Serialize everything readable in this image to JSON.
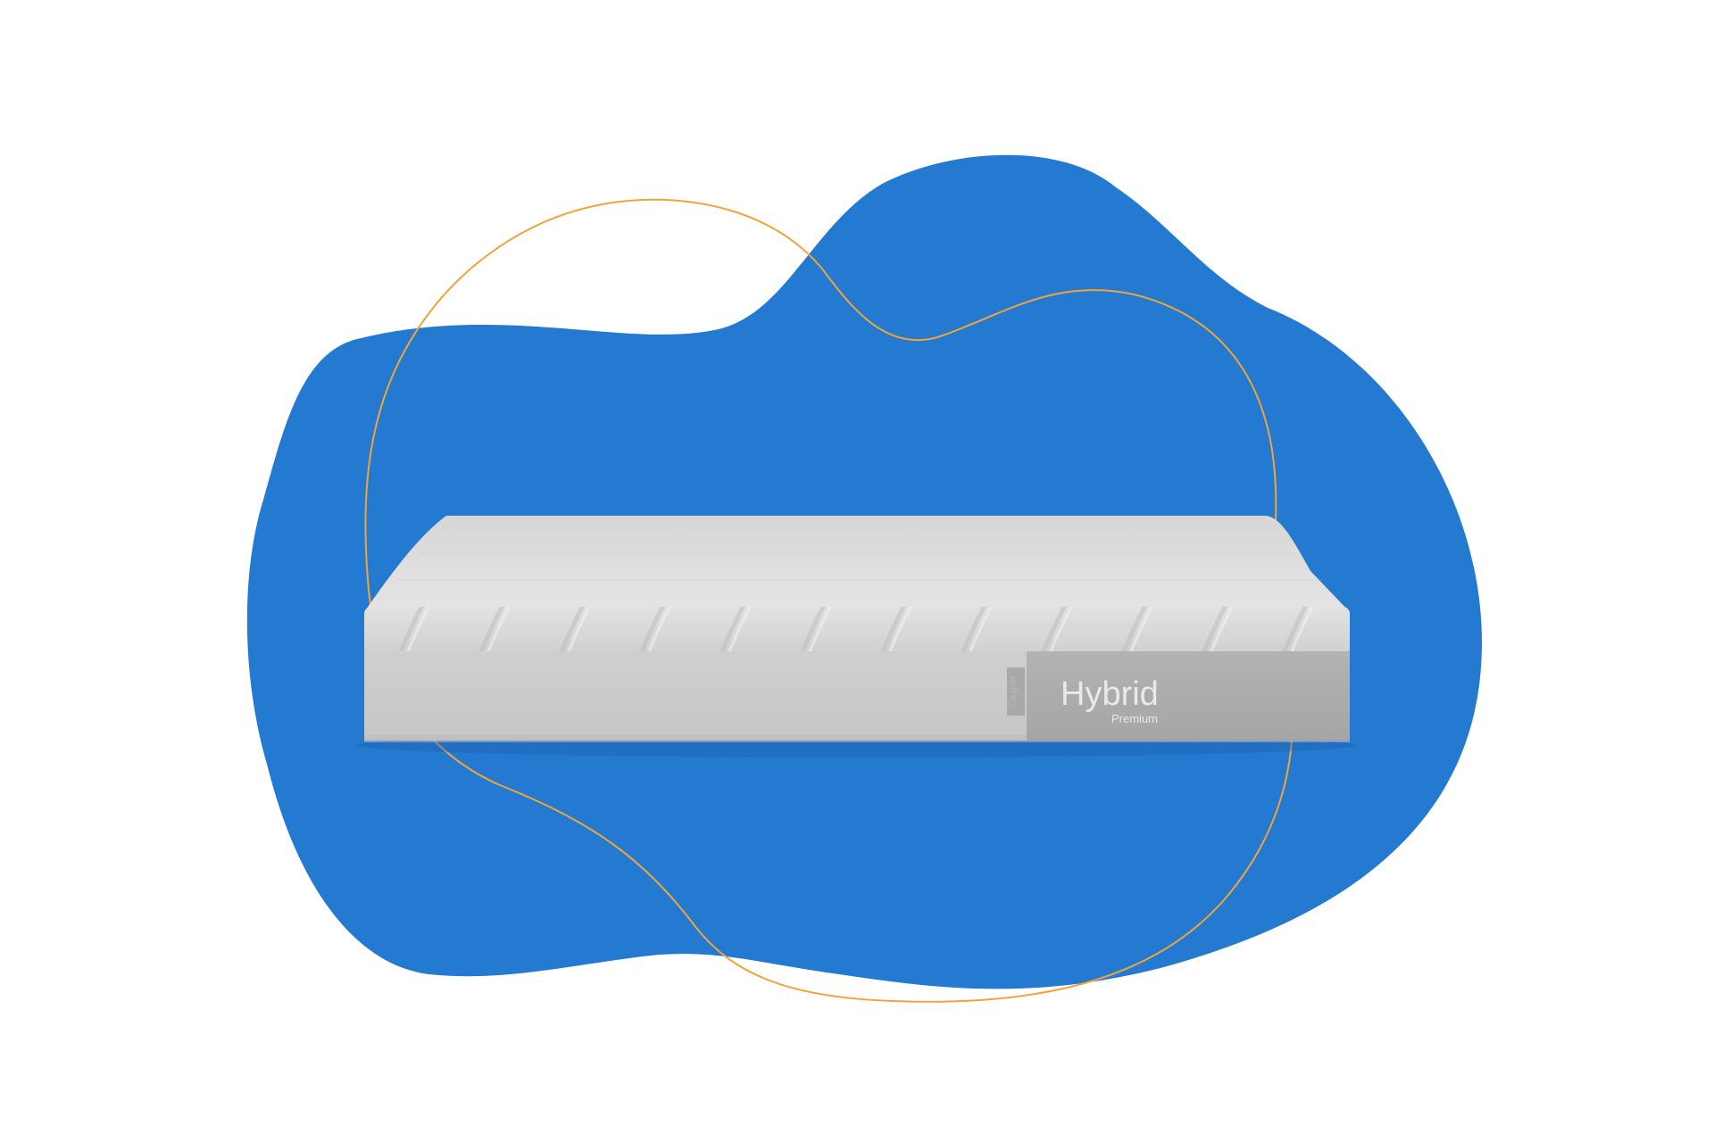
{
  "product": {
    "name": "Hybrid",
    "tier": "Premium",
    "tag_text": "Casper"
  },
  "colors": {
    "background": "#ffffff",
    "blob": "#2479d1",
    "outline": "#f0a43a",
    "mattress_top": "#dcdcdc",
    "mattress_side": "#d3d3d3",
    "label_panel": "#adadad"
  }
}
